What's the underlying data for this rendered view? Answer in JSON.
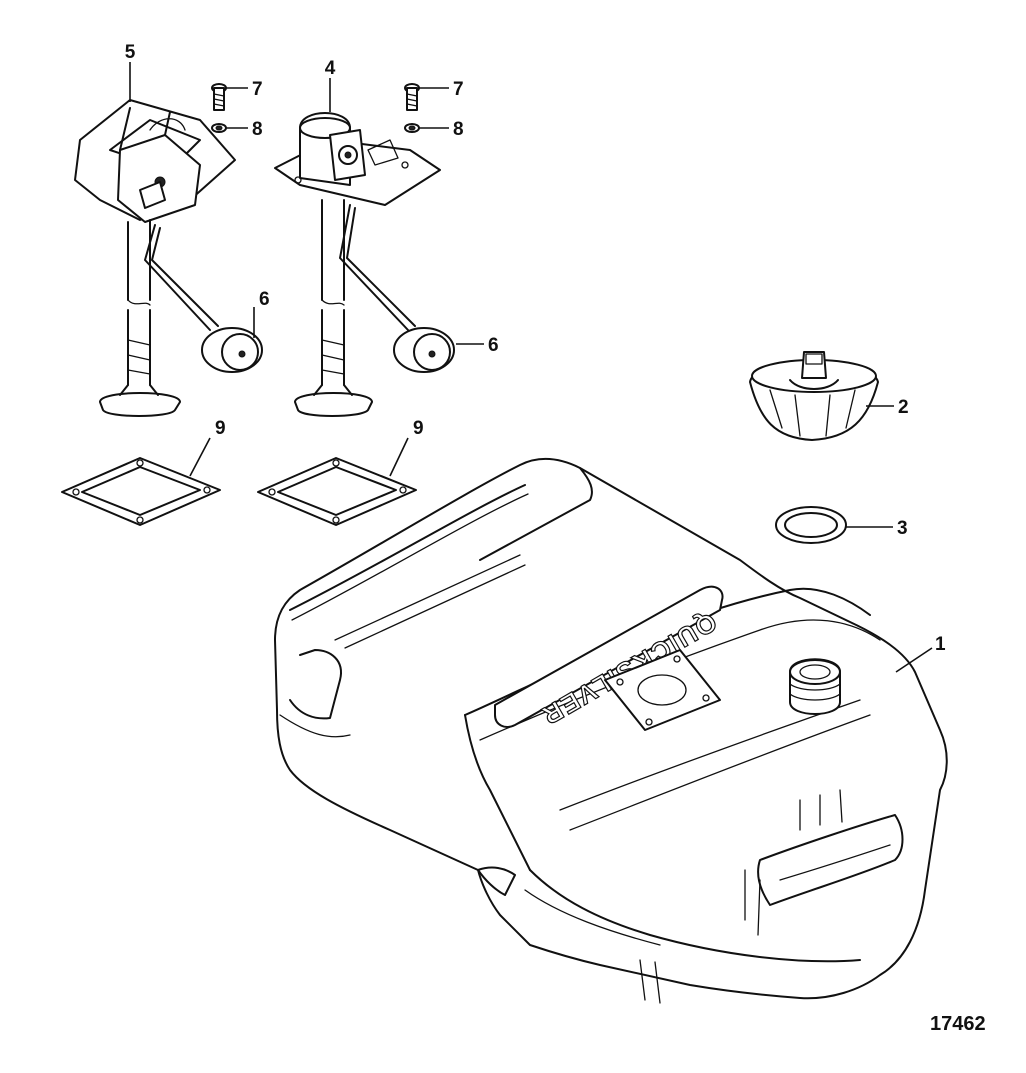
{
  "figure_number": "17462",
  "brand_text": "QUICKSILVER",
  "callouts": {
    "c1": "1",
    "c2": "2",
    "c3": "3",
    "c4": "4",
    "c5": "5",
    "c6a": "6",
    "c6b": "6",
    "c7a": "7",
    "c7b": "7",
    "c8a": "8",
    "c8b": "8",
    "c9a": "9",
    "c9b": "9"
  },
  "colors": {
    "line": "#111111",
    "background": "#ffffff"
  }
}
